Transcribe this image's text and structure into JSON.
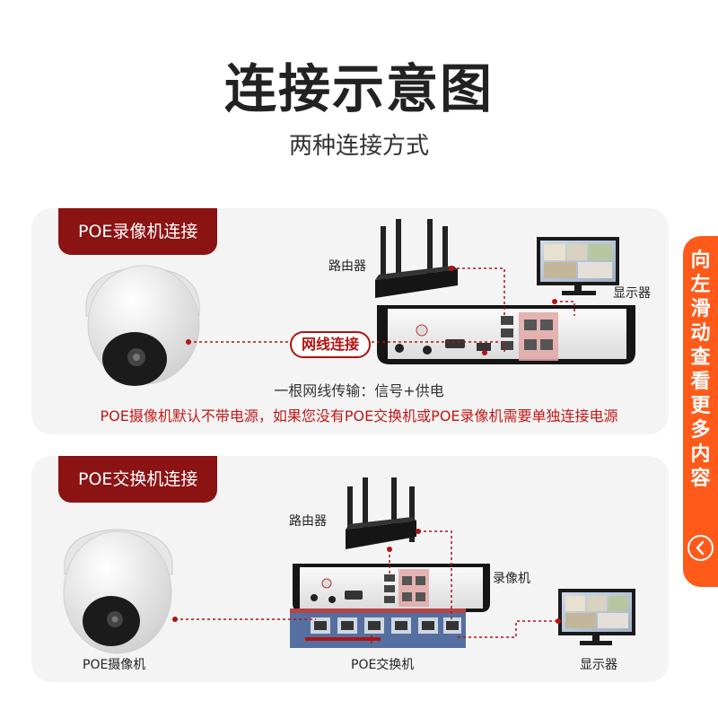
{
  "header": {
    "title": "连接示意图",
    "subtitle": "两种连接方式"
  },
  "poe_nvr_section": {
    "tag": "POE录像机连接",
    "router_label": "路由器",
    "monitor_label": "显示器",
    "cable_label": "网线连接",
    "info": "一根网线传输：信号+供电",
    "note": "POE摄像机默认不带电源，如果您没有POE交换机或POE录像机需要单独连接电源"
  },
  "poe_switch_section": {
    "tag": "POE交换机连接",
    "router_label": "路由器",
    "nvr_label": "录像机",
    "camera_label": "POE摄像机",
    "switch_label": "POE交换机",
    "monitor_label": "显示器"
  },
  "side_tab": {
    "chars": [
      "向",
      "左",
      "滑",
      "动",
      "查",
      "看",
      "更",
      "多",
      "内",
      "容"
    ],
    "icon": "chevron-left-icon"
  },
  "colors": {
    "accent_red": "#8b1313",
    "cable_red": "#b31212",
    "side_tab_orange": "#ff5a1a",
    "switch_blue": "#5570a0"
  }
}
